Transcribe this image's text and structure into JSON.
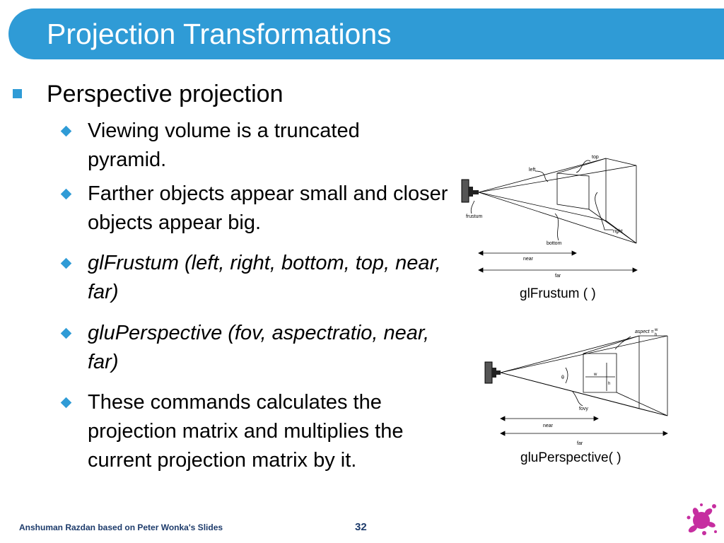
{
  "title": "Projection Transformations",
  "main_bullet": "Perspective projection",
  "sub_bullets": [
    "Viewing volume is a truncated pyramid.",
    "Farther objects appear small and closer objects appear big.",
    "glFrustum (left, right, bottom, top, near, far)",
    "gluPerspective (fov, aspectratio, near, far)",
    "These commands calculates the projection matrix and multiplies the current projection matrix by it."
  ],
  "figure1": {
    "caption": "glFrustum ( )",
    "labels": {
      "top": "top",
      "left": "left",
      "frustum": "frustum",
      "right": "right",
      "bottom": "bottom",
      "near": "near",
      "far": "far"
    }
  },
  "figure2": {
    "caption": "gluPerspective( )",
    "labels": {
      "aspect": "aspect =",
      "w": "w",
      "h": "h",
      "theta": "θ",
      "fovy": "fovy",
      "near": "near",
      "far": "far"
    }
  },
  "footer": {
    "credit": "Anshuman Razdan based on Peter Wonka's Slides",
    "page_number": "32"
  },
  "colors": {
    "accent": "#2f9bd6",
    "footer_text": "#1d3b6b",
    "logo": "#c62ea0"
  }
}
